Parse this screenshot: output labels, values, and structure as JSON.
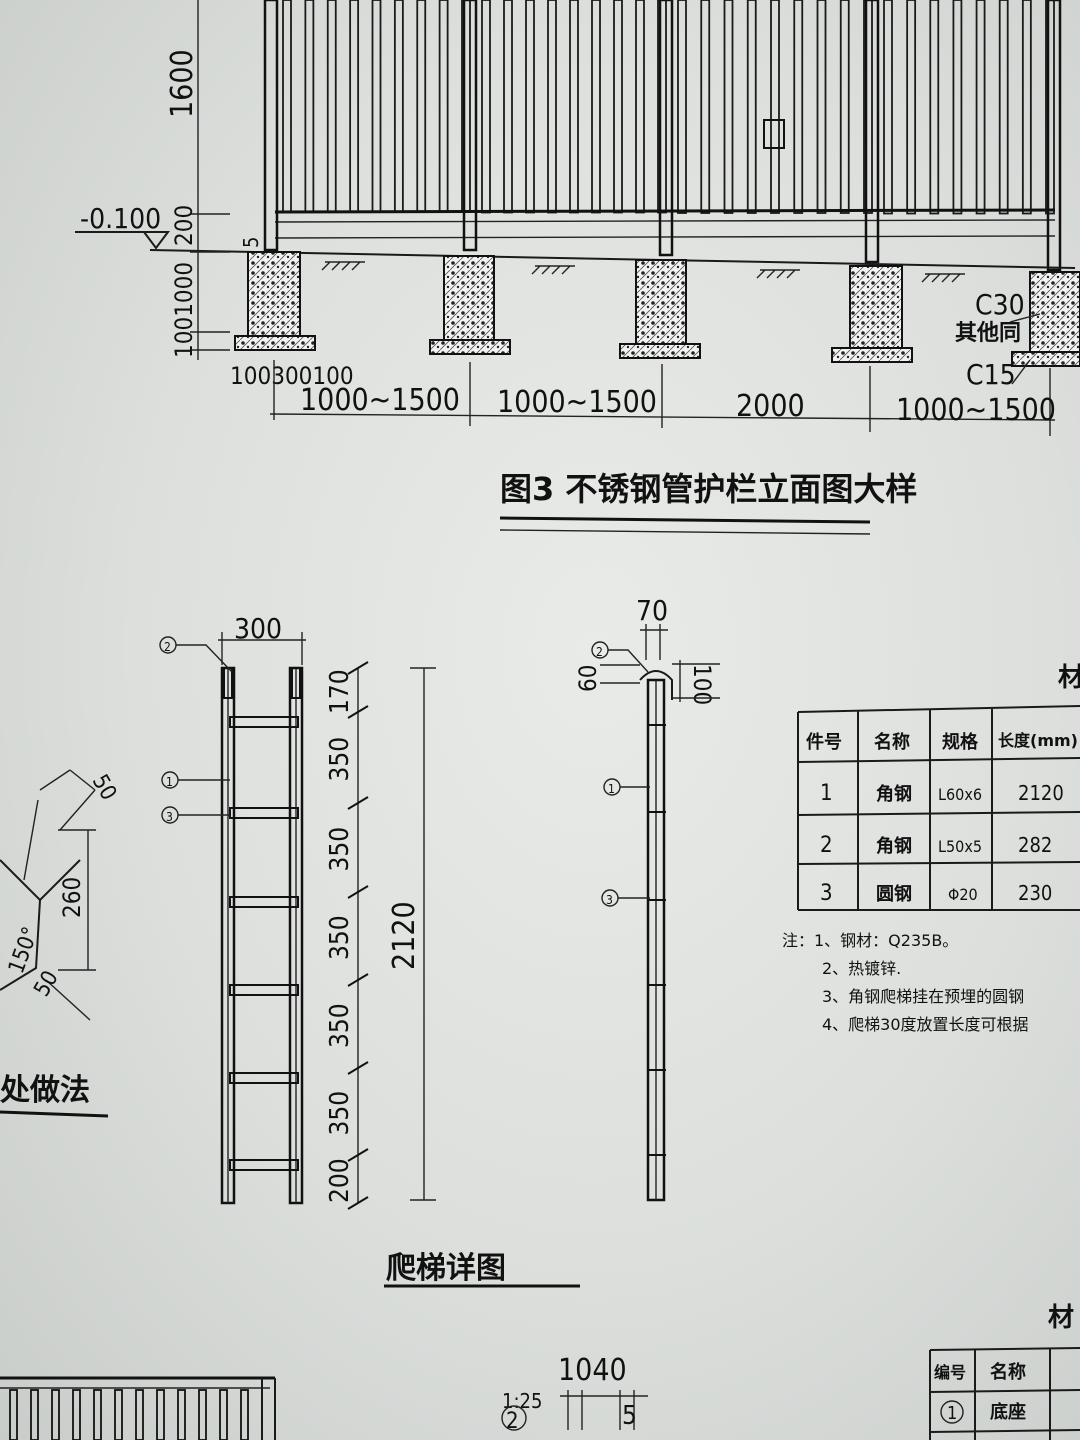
{
  "elevation": {
    "height_label": "1600",
    "level_label": "-0.100",
    "dim_200": "200",
    "dim_5": "5",
    "dim_100_1000": "1001000",
    "dim_100_300_100": "100300100",
    "concrete_c30": "C30",
    "other_label": "其他同",
    "concrete_c15": "C15",
    "spans": [
      "1000~1500",
      "1000~1500",
      "2000",
      "1000~1500"
    ],
    "title": "图3  不锈钢管护栏立面图大样"
  },
  "ladder": {
    "width": "300",
    "marker_1": "1",
    "marker_2": "2",
    "marker_3": "3",
    "segments": [
      "170",
      "350",
      "350",
      "350",
      "350",
      "350",
      "200"
    ],
    "total_height": "2120",
    "title": "爬梯详图"
  },
  "side_view": {
    "dim_70": "70",
    "dim_60": "60",
    "dim_100": "100"
  },
  "left_detail": {
    "dim_50_top": "50",
    "dim_260": "260",
    "angle": "150°",
    "dim_50_bottom": "50",
    "title_partial": "处做法"
  },
  "materials": {
    "title_partial": "材",
    "headers": [
      "件号",
      "名称",
      "规格",
      "长度(mm)"
    ],
    "rows": [
      {
        "no": "1",
        "name": "角钢",
        "spec": "L60x6",
        "length": "2120"
      },
      {
        "no": "2",
        "name": "角钢",
        "spec": "L50x5",
        "length": "282"
      },
      {
        "no": "3",
        "name": "圆钢",
        "spec": "Φ20",
        "length": "230"
      }
    ],
    "notes": [
      "注：1、钢材：Q235B。",
      "2、热镀锌.",
      "3、角钢爬梯挂在预埋的圆钢",
      "4、爬梯30度放置长度可根据"
    ]
  },
  "bottom": {
    "dim_1040": "1040",
    "scale": "1:25",
    "marker": "2",
    "dim_5": "5",
    "table_title": "材",
    "table_headers": [
      "编号",
      "名称"
    ],
    "table_row1": [
      "1",
      "底座"
    ]
  }
}
